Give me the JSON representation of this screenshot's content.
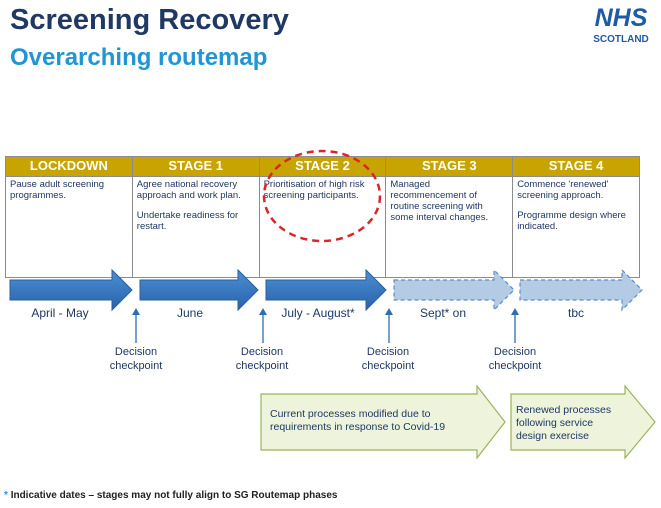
{
  "title": "Screening Recovery",
  "subtitle": "Overarching routemap",
  "logo": {
    "line1": "NHS",
    "line2": "SCOTLAND"
  },
  "stages": [
    {
      "name": "LOCKDOWN",
      "paragraphs": [
        "Pause adult screening programmes."
      ]
    },
    {
      "name": "STAGE 1",
      "paragraphs": [
        "Agree national recovery approach and work plan.",
        "Undertake readiness for restart."
      ]
    },
    {
      "name": "STAGE 2",
      "paragraphs": [
        "Prioritisation of high risk screening participants."
      ]
    },
    {
      "name": "STAGE 3",
      "paragraphs": [
        "Managed recommencement of routine screening with some interval changes."
      ]
    },
    {
      "name": "STAGE 4",
      "paragraphs": [
        "Commence 'renewed' screening approach.",
        "Programme design where indicated."
      ]
    }
  ],
  "timeline": [
    "April - May",
    "June",
    "July - August*",
    "Sept* on",
    "tbc"
  ],
  "checkpoint_label": "Decision checkpoint",
  "checkpoints": [
    {
      "line1": "Decision",
      "line2": "checkpoint"
    },
    {
      "line1": "Decision",
      "line2": "checkpoint"
    },
    {
      "line1": "Decision",
      "line2": "checkpoint"
    },
    {
      "line1": "Decision",
      "line2": "checkpoint"
    }
  ],
  "process_boxes": [
    {
      "line1": "Current processes modified due to",
      "line2": "requirements in response to Covid-19"
    },
    {
      "line1": "Renewed processes",
      "line2": "following service",
      "line3": "design exercise"
    }
  ],
  "footnote": {
    "star": "*",
    "text": "Indicative dates – stages may not fully align to SG Routemap phases"
  },
  "colors": {
    "navy": "#1f3864",
    "blue": "#2196d3",
    "gold": "#c8a400",
    "arrow_solid": "#2e6db4",
    "arrow_light": "#b4cbe6",
    "green_box": "#eef3dc",
    "red": "#d9262b"
  }
}
